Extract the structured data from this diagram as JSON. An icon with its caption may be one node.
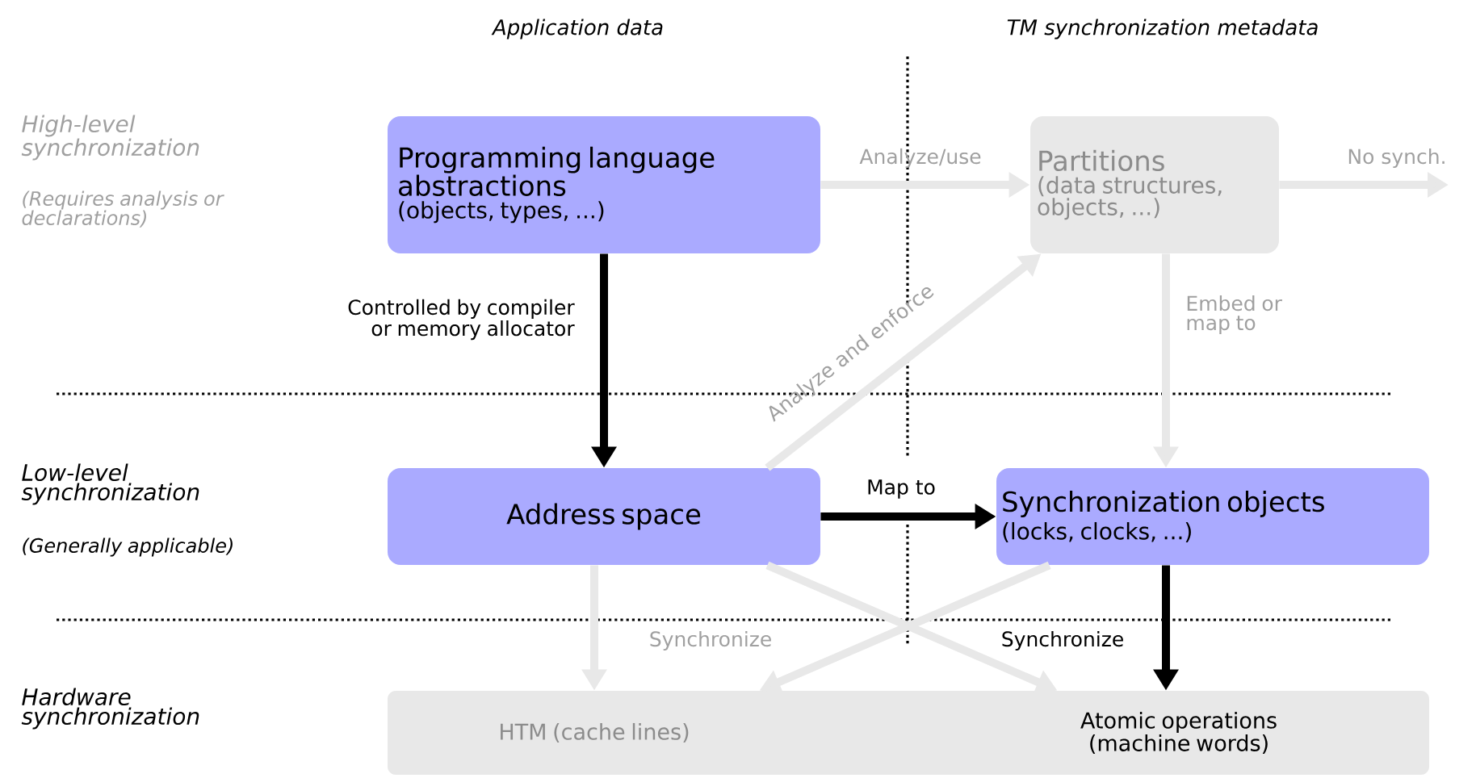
{
  "diagram": {
    "nodes": [
      {
        "text": [
          "Programming language abstractions",
          "(objects, types, ...)"
        ]
      },
      {
        "text": [
          "Partitions",
          "(data structures, objects, ...)"
        ]
      },
      {
        "text": [
          "Address space"
        ]
      },
      {
        "text": [
          "Synchronization objects",
          "(locks, clocks, ...)"
        ]
      },
      {
        "text": [],
        "shape": "bar"
      },
      {
        "text": [
          "HTM (cache lines)"
        ],
        "in": 4
      },
      {
        "text": [
          "Atomic operations (machine words)"
        ],
        "in": 4
      }
    ],
    "edges": [
      {
        "from": 0,
        "to": 2,
        "arrow": "to",
        "label": "Controlled by compiler or memory allocator",
        "color": "#000000"
      },
      {
        "from": 0,
        "to": 1,
        "arrow": "to",
        "label": "Analyze/use"
      },
      {
        "from": 1,
        "to": null,
        "arrow": "to",
        "label": "No synch."
      },
      {
        "from": 1,
        "to": 3,
        "arrow": "to",
        "label": "Embed or map to"
      },
      {
        "from": 2,
        "to": 1,
        "arrow": "to",
        "label": "Analyze and enforce"
      },
      {
        "from": 2,
        "to": 3,
        "arrow": "to",
        "label": "Map to",
        "color": "#000000"
      },
      {
        "from": 3,
        "to": 6,
        "arrow": "to",
        "label": "Synchronize",
        "color": "#000000"
      },
      {
        "from": 2,
        "to": 5,
        "arrow": "to",
        "label": "Synchronize"
      },
      {
        "from": 2,
        "to": 6,
        "arrow": "to"
      },
      {
        "from": 3,
        "to": 5,
        "arrow": "to"
      }
    ],
    "labels": [
      "Application data",
      "TM synchronization metadata",
      "High-level synchronization",
      "(Requires analysis or declarations)",
      "Low-level synchronization",
      "(Generally applicable)",
      "Hardware synchronization"
    ]
  }
}
